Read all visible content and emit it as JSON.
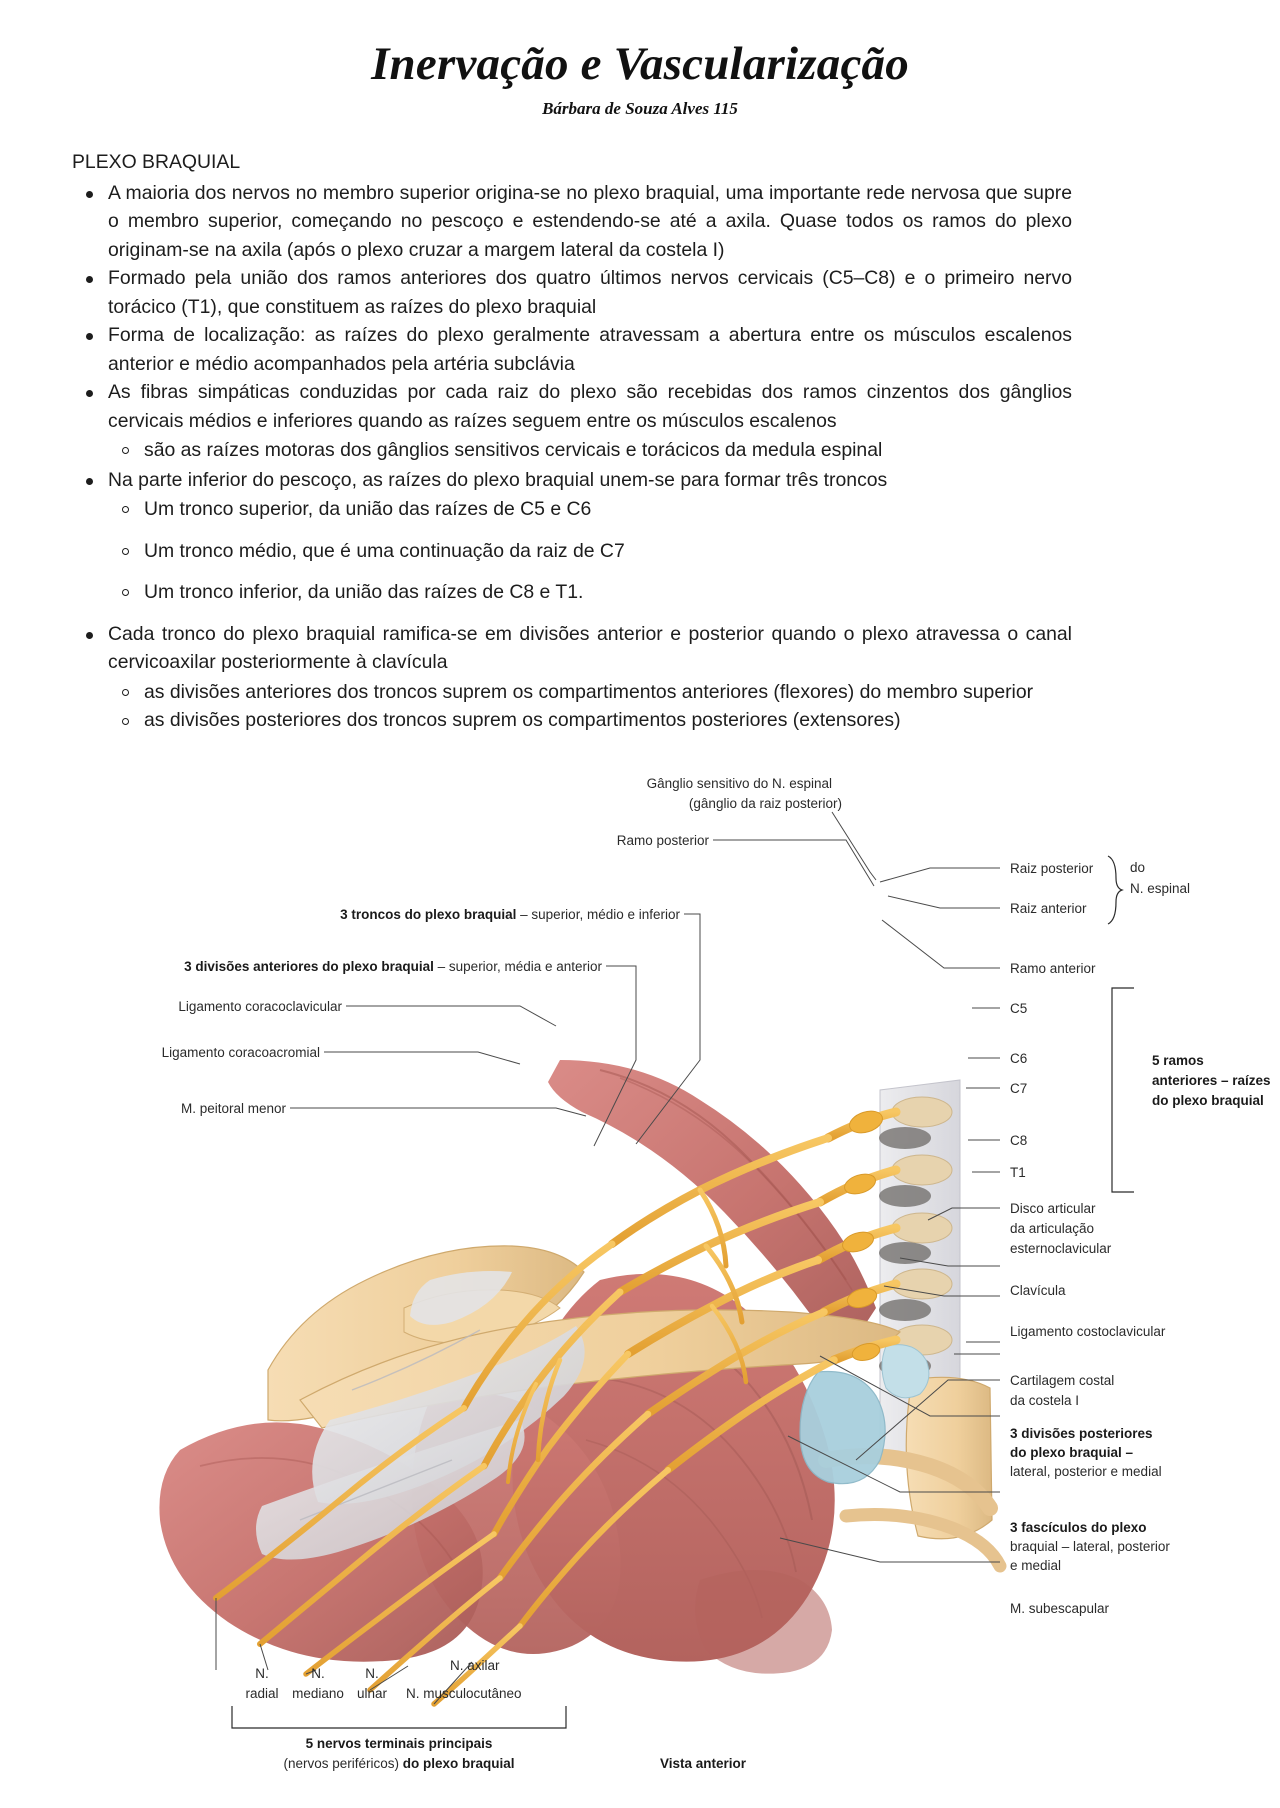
{
  "header": {
    "title": "Inervação e Vascularização",
    "subtitle": "Bárbara de Souza Alves 115"
  },
  "notes": {
    "section_heading": "PLEXO BRAQUIAL",
    "bullets": [
      {
        "text": "A maioria dos nervos no membro superior origina-se no plexo braquial, uma importante rede nervosa que supre o membro superior, começando no pescoço e estendendo-se até a axila. Quase todos os ramos do plexo originam-se na axila (após o plexo cruzar a margem lateral da costela I)",
        "sub": []
      },
      {
        "text": "Formado pela união dos ramos anteriores dos quatro últimos nervos cervicais (C5–C8) e o primeiro nervo torácico (T1), que constituem as raízes do plexo braquial",
        "sub": []
      },
      {
        "text": "Forma de localização: as raízes do plexo geralmente atravessam a abertura entre os músculos escalenos anterior e médio acompanhados pela artéria subclávia",
        "sub": []
      },
      {
        "text": "As fibras simpáticas conduzidas por cada raiz do plexo são recebidas dos ramos cinzentos dos gânglios cervicais médios e inferiores quando as raízes seguem entre os músculos escalenos",
        "sub": [
          "são as raízes motoras dos gânglios sensitivos cervicais e torácicos da medula espinal"
        ]
      },
      {
        "text": "Na parte inferior do pescoço, as raízes do plexo braquial unem-se para formar três troncos",
        "sub": [
          "Um tronco superior, da união das raízes de C5 e C6",
          "Um tronco médio, que é uma continuação da raiz de C7",
          "Um tronco inferior, da união das raízes de C8 e T1."
        ]
      },
      {
        "text": "Cada tronco do plexo braquial ramifica-se em divisões anterior e posterior quando o plexo atravessa o canal cervicoaxilar posteriormente à clavícula",
        "sub": [
          "as divisões anteriores dos troncos suprem os compartimentos anteriores (flexores) do membro superior",
          "as divisões posteriores dos troncos suprem os compartimentos posteriores (extensores)"
        ]
      }
    ]
  },
  "figure": {
    "caption_view": "Vista anterior",
    "labels_top": {
      "ganglio_l1": "Gânglio sensitivo do N. espinal",
      "ganglio_l2": "(gânglio da raiz posterior)",
      "ramo_posterior": "Ramo posterior"
    },
    "labels_left": [
      {
        "bold": "3 troncos do plexo braquial",
        "plain": " – superior, médio e inferior"
      },
      {
        "bold": "3 divisões anteriores do plexo braquial",
        "plain": " – superior, média e anterior"
      },
      {
        "bold": "",
        "plain": "Ligamento coracoclavicular"
      },
      {
        "bold": "",
        "plain": "Ligamento coracoacromial"
      },
      {
        "bold": "",
        "plain": "M. peitoral menor"
      }
    ],
    "labels_right_top": {
      "raiz_posterior": "Raiz posterior",
      "raiz_anterior": "Raiz anterior",
      "bracket_l1": "do",
      "bracket_l2": "N. espinal",
      "ramo_anterior": "Ramo anterior"
    },
    "roots": [
      "C5",
      "C6",
      "C7",
      "C8",
      "T1"
    ],
    "roots_bracket": {
      "l1": "5 ramos",
      "l2": "anteriores – raízes",
      "l3": "do plexo braquial"
    },
    "labels_right_lower": [
      {
        "bold": "",
        "lines": [
          "Disco articular",
          "da articulação",
          "esternoclavicular"
        ]
      },
      {
        "bold": "",
        "lines": [
          "Clavícula"
        ]
      },
      {
        "bold": "",
        "lines": [
          "Ligamento costoclavicular"
        ]
      },
      {
        "bold": "",
        "lines": [
          "Cartilagem costal",
          "da costela I"
        ]
      },
      {
        "bold": "3 divisões posteriores",
        "lines": [
          "do plexo braquial –",
          "lateral, posterior e medial"
        ]
      },
      {
        "bold": "3 fascículos do plexo",
        "lines": [
          "braquial – lateral, posterior",
          "e medial"
        ]
      },
      {
        "bold": "",
        "lines": [
          "M. subescapular"
        ]
      }
    ],
    "terminal_nerves": [
      {
        "l1": "N.",
        "l2": "radial"
      },
      {
        "l1": "N.",
        "l2": "mediano"
      },
      {
        "l1": "N.",
        "l2": "ulnar"
      },
      {
        "l1": "N. axilar",
        "l2": ""
      },
      {
        "l1": "N. musculocutâneo",
        "l2": ""
      }
    ],
    "terminal_caption": {
      "l1": "5 nervos terminais principais",
      "l2a": "(nervos periféricos) ",
      "l2b": "do plexo braquial"
    }
  },
  "colors": {
    "nerve_yellow": "#f0b23c",
    "muscle_red": "#c9706b",
    "bone_tan": "#efcf9c",
    "cartilage_blue": "#a8cfdd",
    "tendon_grey": "#d8d8da",
    "label_grey": "#2b2b2b"
  }
}
